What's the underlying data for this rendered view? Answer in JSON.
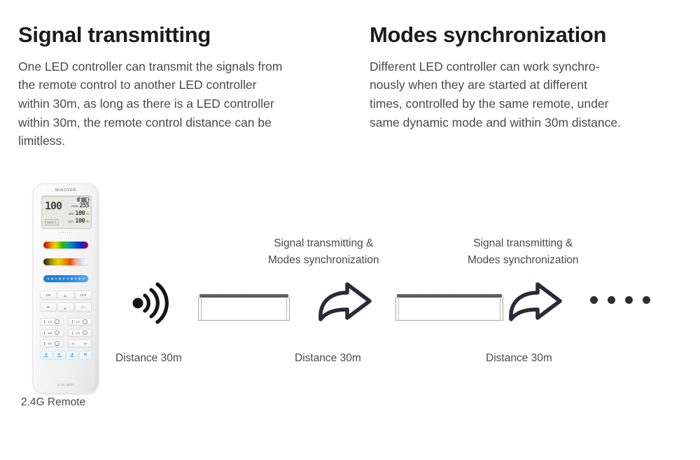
{
  "sections": [
    {
      "heading": "Signal transmitting",
      "lines": [
        "One LED controller can transmit the signals from",
        "the remote control to another LED controller",
        "within 30m, as long as there is a LED controller",
        "within 30m, the remote control distance can be",
        "limitless."
      ]
    },
    {
      "heading": "Modes synchronization",
      "lines": [
        "Different LED controller can work synchro-",
        "nously when they are started at different",
        "times, controlled by the same remote, under",
        "same dynamic mode and within 30m distance."
      ]
    }
  ],
  "remote": {
    "brand": "MiBOXER",
    "footer_brand": "2.4G WiFi",
    "caption": "2.4G Remote",
    "display": {
      "main_value": "100",
      "rows": [
        {
          "label": "RGB",
          "value": "255",
          "unit": ""
        },
        {
          "label": "BRI",
          "value": "100",
          "unit": "%"
        },
        {
          "label": "SAT",
          "value": "100",
          "unit": "%"
        }
      ],
      "save_slot": "Save 1",
      "icons": [
        "lock-icon",
        "battery-icon"
      ]
    },
    "buttons": {
      "row1": [
        "ON",
        "up-arrow-icon",
        "OFF"
      ],
      "row2": [
        "W",
        "down-arrow-icon",
        "sun-moon-icon"
      ],
      "zones": [
        [
          "1/6",
          "2/7"
        ],
        [
          "3/8",
          "4/9"
        ],
        [
          "5/0",
          "speed"
        ]
      ],
      "speed_minus": "S-",
      "speed_plus": "S+",
      "memory": [
        "save-icon",
        "save-icon",
        "save-icon",
        "mode-icon"
      ]
    },
    "sliders": [
      "hue-slider",
      "saturation-slider",
      "brightness-slider"
    ]
  },
  "flow": {
    "wave_icon": "signal-waves-icon",
    "arrow_icon": "forward-arrow-icon",
    "sync_label_lines": [
      "Signal transmitting &",
      "Modes synchronization"
    ],
    "distance_label": "Distance 30m",
    "ellipsis_dots": 4,
    "nodes": [
      {
        "type": "signal-source",
        "distance": "Distance 30m"
      },
      {
        "type": "led-controller",
        "distance": "Distance 30m"
      },
      {
        "type": "led-controller",
        "distance": "Distance 30m"
      }
    ]
  },
  "colors": {
    "background": "#ffffff",
    "heading": "#1c1c1c",
    "body_text": "#4a4a4a",
    "arrow": "#2b2b38",
    "dot": "#2e2e2e",
    "controller_top": "#57524c"
  }
}
